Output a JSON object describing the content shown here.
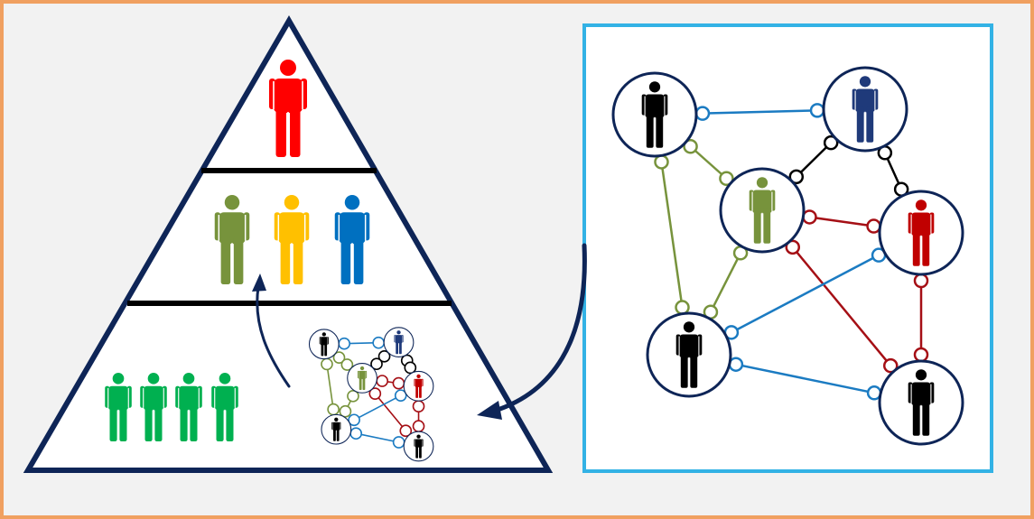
{
  "colors": {
    "frame_border": "#f0a060",
    "background": "#f2f2f2",
    "pyramid_outline": "#0e2557",
    "network_box_border": "#33b2e5",
    "node_ring": "#0e2557",
    "link_blue": "#1b7bc2",
    "link_black": "#000000",
    "link_olive": "#77933c",
    "link_red": "#a50f15"
  },
  "pyramid": {
    "top_tier": {
      "person_icons": [
        {
          "icon": "person-icon",
          "color": "#ff0000"
        }
      ]
    },
    "middle_tier": {
      "person_icons": [
        {
          "icon": "person-icon",
          "color": "#77933c"
        },
        {
          "icon": "person-icon",
          "color": "#ffc000"
        },
        {
          "icon": "person-icon",
          "color": "#0070c0"
        }
      ]
    },
    "bottom_tier": {
      "person_icons": [
        {
          "icon": "person-icon",
          "color": "#00b050"
        },
        {
          "icon": "person-icon",
          "color": "#00b050"
        },
        {
          "icon": "person-icon",
          "color": "#00b050"
        },
        {
          "icon": "person-icon",
          "color": "#00b050"
        }
      ],
      "mini_network": "network-thumbnail"
    }
  },
  "network": {
    "nodes": [
      {
        "id": "n1",
        "person_color": "#000000"
      },
      {
        "id": "n2",
        "person_color": "#1f3a7a"
      },
      {
        "id": "n3",
        "person_color": "#77933c"
      },
      {
        "id": "n4",
        "person_color": "#c00000"
      },
      {
        "id": "n5",
        "person_color": "#000000"
      },
      {
        "id": "n6",
        "person_color": "#000000"
      }
    ],
    "links": [
      {
        "from": "n1",
        "to": "n2",
        "color": "blue"
      },
      {
        "from": "n2",
        "to": "n3",
        "color": "black"
      },
      {
        "from": "n2",
        "to": "n4",
        "color": "black"
      },
      {
        "from": "n1",
        "to": "n3",
        "color": "olive"
      },
      {
        "from": "n1",
        "to": "n5",
        "color": "olive"
      },
      {
        "from": "n3",
        "to": "n5",
        "color": "olive"
      },
      {
        "from": "n3",
        "to": "n4",
        "color": "red"
      },
      {
        "from": "n3",
        "to": "n6",
        "color": "red"
      },
      {
        "from": "n4",
        "to": "n6",
        "color": "red"
      },
      {
        "from": "n5",
        "to": "n4",
        "color": "blue"
      },
      {
        "from": "n5",
        "to": "n6",
        "color": "blue"
      }
    ]
  },
  "arrows": {
    "network_to_pyramid": "curved-arrow-icon",
    "base_to_middle": "curved-arrow-icon"
  }
}
